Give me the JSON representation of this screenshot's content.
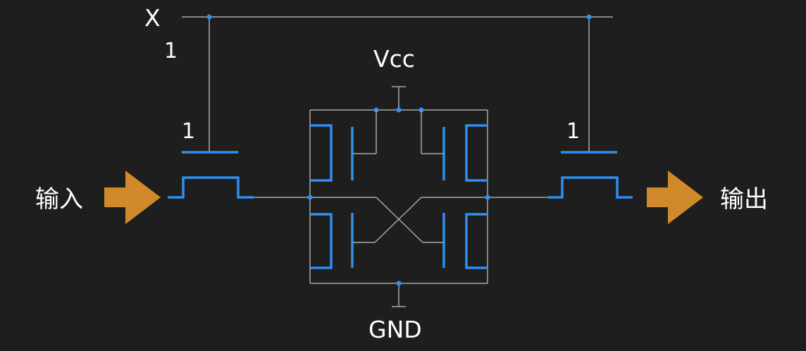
{
  "labels": {
    "word_line": "X",
    "word_line_value": "1",
    "gate_left_value": "1",
    "gate_right_value": "1",
    "supply": "Vcc",
    "ground": "GND",
    "input": "输入",
    "output": "输出"
  },
  "colors": {
    "background": "#1e1e1e",
    "wire": "#a8a8a8",
    "transistor": "#2f8ff0",
    "arrow": "#d08a2c",
    "text": "#ffffff"
  }
}
